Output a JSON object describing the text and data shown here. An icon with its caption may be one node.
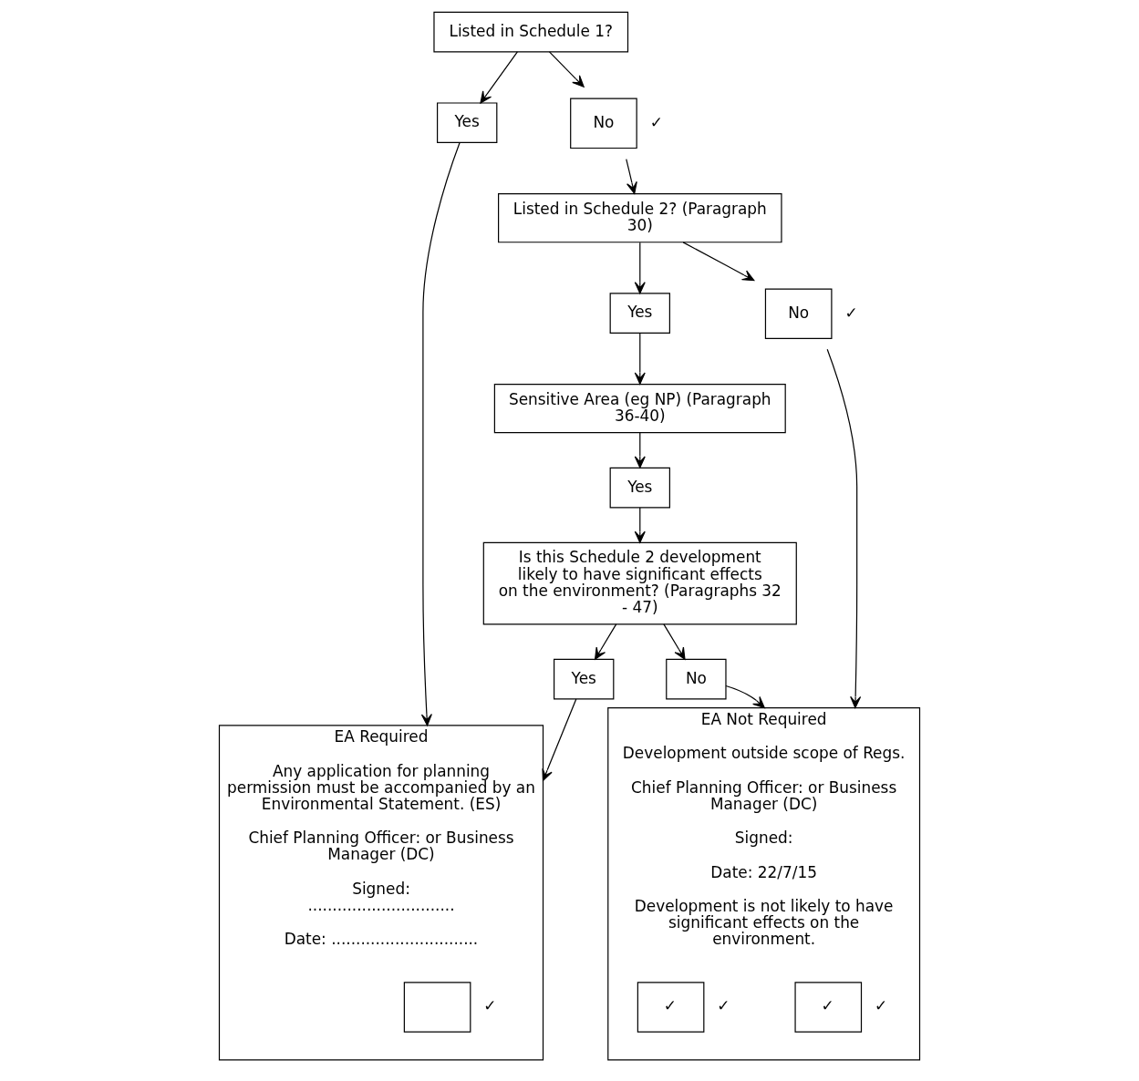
{
  "diagram": {
    "nodes": [
      {
        "text": [
          "Listed in Schedule 1?"
        ]
      },
      {
        "text": [
          "Yes"
        ]
      },
      {
        "text": [
          "No"
        ],
        "beside": [
          "✓"
        ]
      },
      {
        "text": [
          "Listed in Schedule 2? (Paragraph 30)"
        ]
      },
      {
        "text": [
          "Yes"
        ]
      },
      {
        "text": [
          "No"
        ],
        "beside": [
          "✓"
        ]
      },
      {
        "text": [
          "Sensitive Area (eg NP) (Paragraph 36-40)"
        ]
      },
      {
        "text": [
          "Yes"
        ]
      },
      {
        "text": [
          "Is this Schedule 2 development likely to have significant effects on the environment? (Paragraphs 32 - 47)"
        ]
      },
      {
        "text": [
          "Yes"
        ]
      },
      {
        "text": [
          "No"
        ]
      },
      {
        "text": [
          "EA Required",
          "Any application for planning permission must be accompanied by an Environmental Statement. (ES)",
          "Chief Planning Officer: or Business Manager (DC)",
          "Signed: ..............................",
          "Date: .............................."
        ]
      },
      {
        "text": [],
        "shape": "box",
        "in": 11,
        "beside": [
          "✓"
        ]
      },
      {
        "text": [
          "EA Not Required",
          "Development outside scope of Regs.",
          "Chief Planning Officer: or Business Manager (DC)",
          "Signed:",
          "Date: 22/7/15",
          "Development is not likely to have significant effects on the environment."
        ]
      },
      {
        "text": [
          "✓"
        ],
        "in": 13,
        "beside": [
          "✓"
        ]
      },
      {
        "text": [
          "✓"
        ],
        "in": 13,
        "beside": [
          "✓"
        ]
      }
    ],
    "edges": [
      {
        "from": 0,
        "to": 1,
        "arrow": "to"
      },
      {
        "from": 0,
        "to": 2,
        "arrow": "to"
      },
      {
        "from": 1,
        "to": 11,
        "arrow": "to"
      },
      {
        "from": 2,
        "to": 3,
        "arrow": "to"
      },
      {
        "from": 3,
        "to": 4,
        "arrow": "to"
      },
      {
        "from": 3,
        "to": 5,
        "arrow": "to"
      },
      {
        "from": 5,
        "to": 13,
        "arrow": "to"
      },
      {
        "from": 4,
        "to": 6,
        "arrow": "to"
      },
      {
        "from": 6,
        "to": 7,
        "arrow": "to"
      },
      {
        "from": 7,
        "to": 8,
        "arrow": "to"
      },
      {
        "from": 8,
        "to": 9,
        "arrow": "to"
      },
      {
        "from": 8,
        "to": 10,
        "arrow": "to"
      },
      {
        "from": 9,
        "to": 11,
        "arrow": "to"
      },
      {
        "from": 10,
        "to": 13,
        "arrow": "to"
      }
    ]
  }
}
